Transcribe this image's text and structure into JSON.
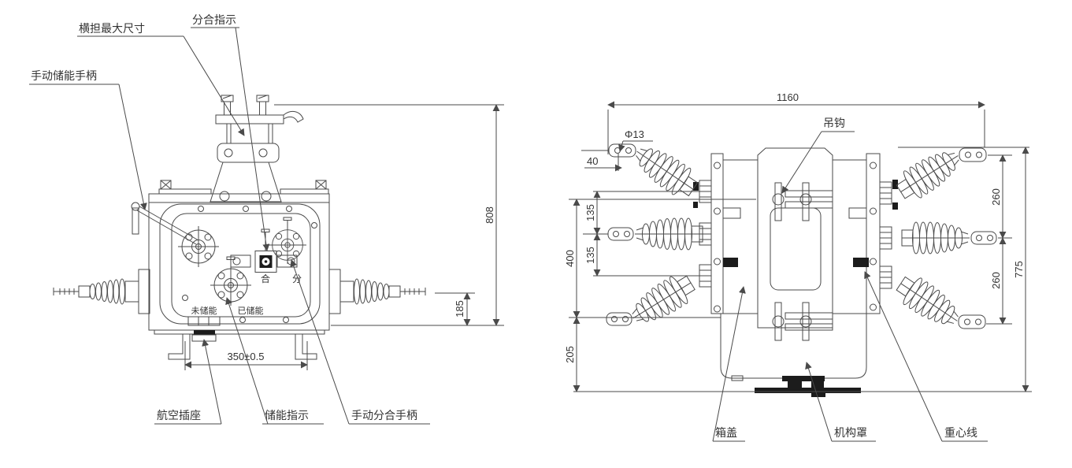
{
  "drawing": {
    "front_view": {
      "callouts": {
        "crossarm_max_size": "横担最大尺寸",
        "open_close_indicator": "分合指示",
        "manual_charging_handle": "手动储能手柄",
        "aviation_socket": "航空插座",
        "charging_indicator": "储能指示",
        "manual_open_close_handle": "手动分合手柄"
      },
      "panel": {
        "close_mark": "合",
        "open_mark": "分",
        "not_charged": "未储能",
        "charged": "已储能"
      },
      "dimensions": {
        "overall_height": "808",
        "bushing_center_height": "185",
        "mounting_width": "350±0.5"
      }
    },
    "side_view": {
      "callouts": {
        "lifting_hook": "吊钩",
        "box_cover": "箱盖",
        "mechanism_cover": "机构罩",
        "center_of_gravity_line": "重心线"
      },
      "dimensions": {
        "overall_width": "1160",
        "hole_diameter": "Φ13",
        "terminal_offset": "40",
        "phase_spacing_upper": "135",
        "phase_spacing_lower": "135",
        "terminal_height": "400",
        "base_height": "205",
        "right_spacing_upper": "260",
        "right_spacing_lower": "260",
        "overall_height": "775"
      }
    },
    "colors": {
      "line": "#4a4a4a",
      "text": "#333333",
      "solid": "#1c1c1c",
      "background": "#ffffff"
    }
  }
}
